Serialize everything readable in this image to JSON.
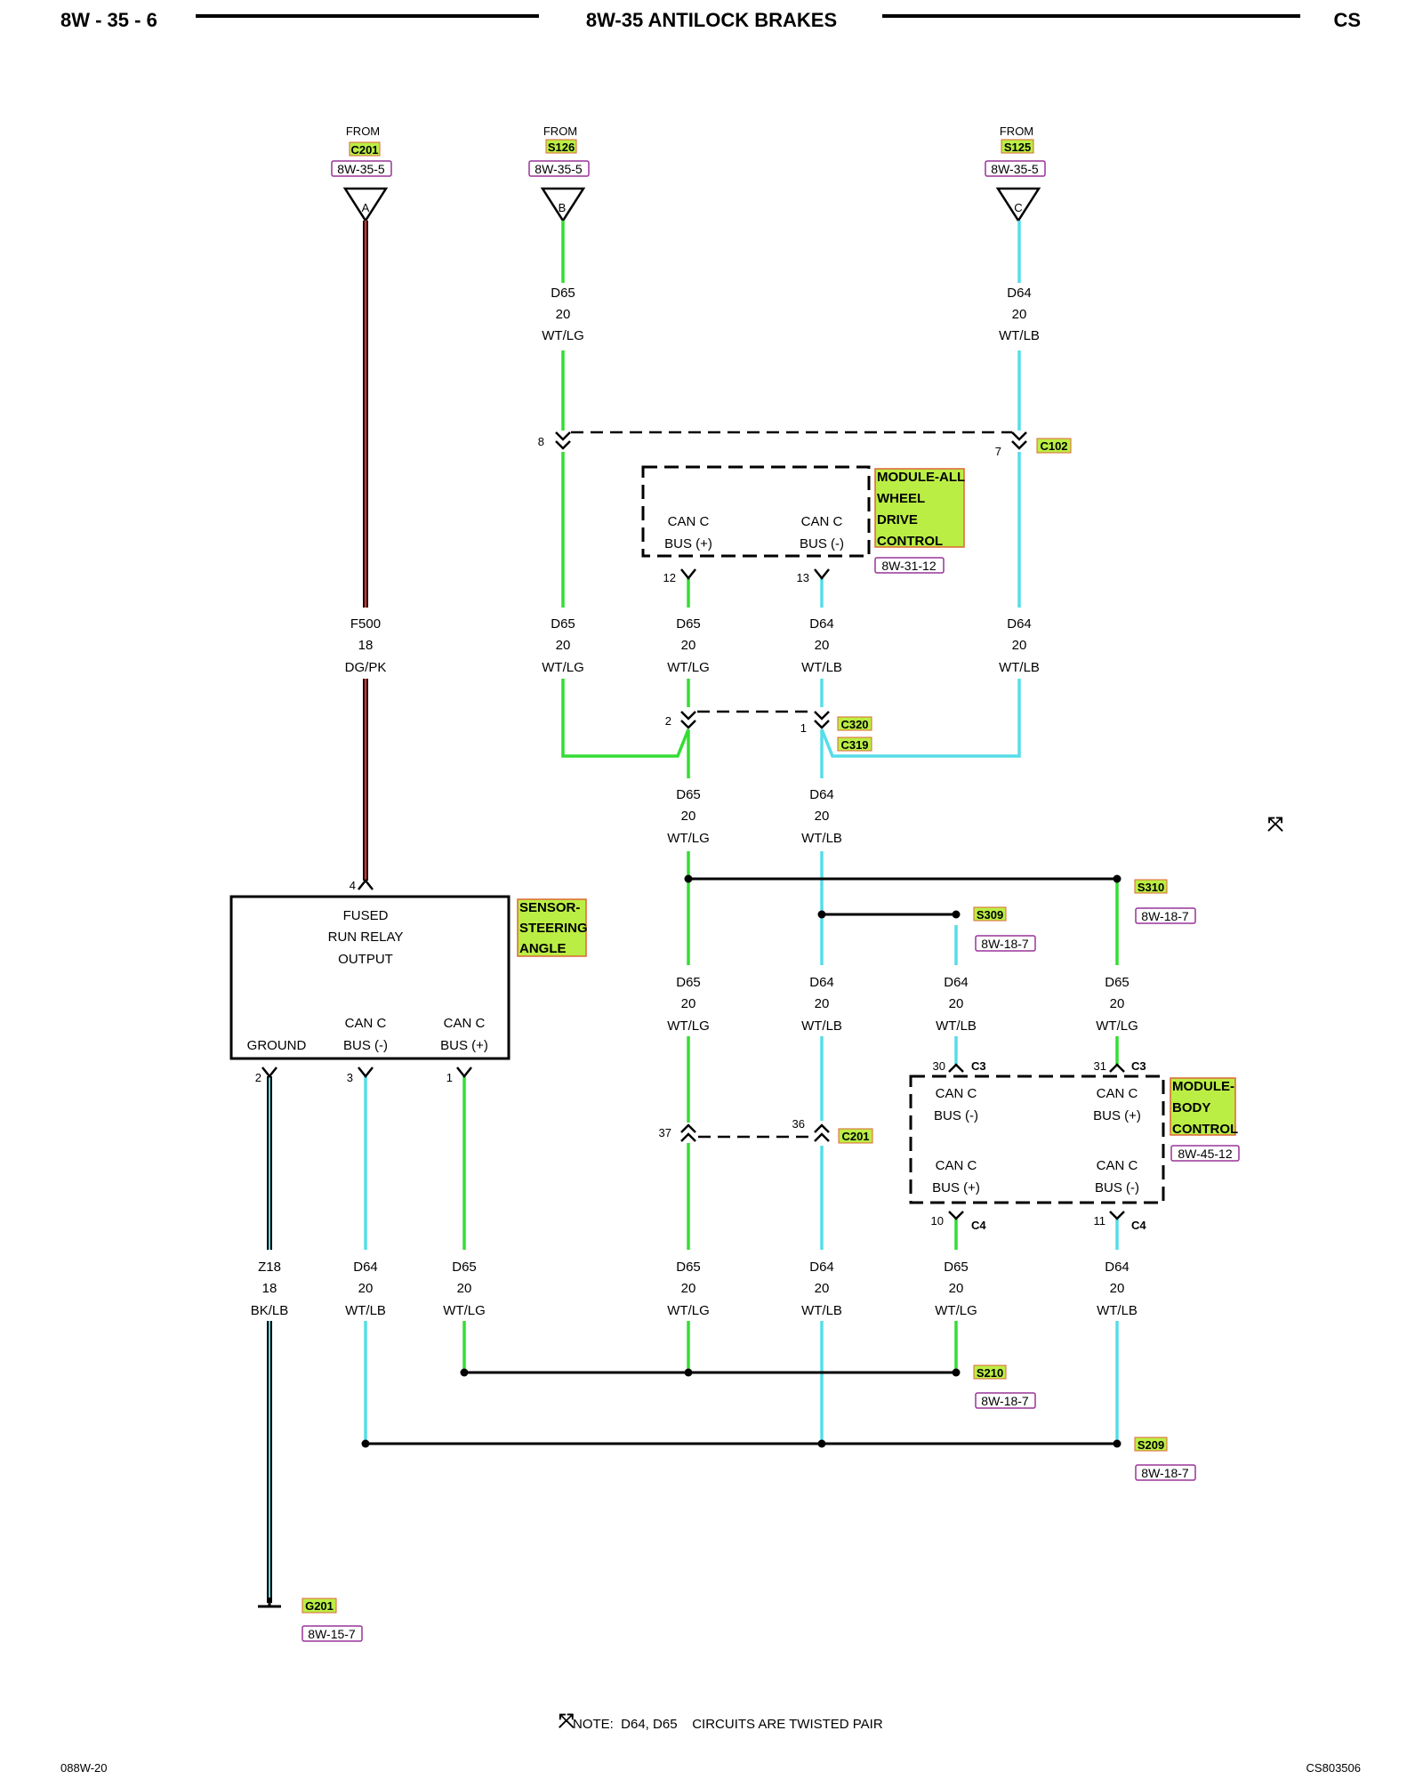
{
  "header": {
    "page_id": "8W - 35 - 6",
    "title": "8W-35 ANTILOCK BRAKES",
    "model": "CS"
  },
  "footer": {
    "left_code": "088W-20",
    "right_code": "CS803506",
    "note": "NOTE:  D64, D65    CIRCUITS ARE TWISTED PAIR"
  },
  "colors": {
    "green_wire": "#33dd33",
    "blue_wire": "#55dde8",
    "red_wire": "#cc3333",
    "black_wire": "#000000",
    "highlight_fill": "#bbee44",
    "highlight_border": "#dd6633",
    "ref_border": "#993399"
  },
  "sources": [
    {
      "from": "FROM",
      "connector": "C201",
      "ref": "8W-35-5",
      "pin": "A"
    },
    {
      "from": "FROM",
      "connector": "S126",
      "ref": "8W-35-5",
      "pin": "B"
    },
    {
      "from": "FROM",
      "connector": "S125",
      "ref": "8W-35-5",
      "pin": "C"
    }
  ],
  "wire_labels": {
    "w1": {
      "circuit": "D65",
      "gauge": "20",
      "color": "WT/LG"
    },
    "w2": {
      "circuit": "D64",
      "gauge": "20",
      "color": "WT/LB"
    },
    "w3": {
      "circuit": "F500",
      "gauge": "18",
      "color": "DG/PK"
    },
    "w4": {
      "circuit": "D65",
      "gauge": "20",
      "color": "WT/LG"
    },
    "w5": {
      "circuit": "D65",
      "gauge": "20",
      "color": "WT/LG"
    },
    "w6": {
      "circuit": "D64",
      "gauge": "20",
      "color": "WT/LB"
    },
    "w7": {
      "circuit": "D64",
      "gauge": "20",
      "color": "WT/LB"
    },
    "w8": {
      "circuit": "D65",
      "gauge": "20",
      "color": "WT/LG"
    },
    "w9": {
      "circuit": "D64",
      "gauge": "20",
      "color": "WT/LB"
    },
    "w10": {
      "circuit": "D65",
      "gauge": "20",
      "color": "WT/LG"
    },
    "w11": {
      "circuit": "D64",
      "gauge": "20",
      "color": "WT/LB"
    },
    "w12": {
      "circuit": "D64",
      "gauge": "20",
      "color": "WT/LB"
    },
    "w13": {
      "circuit": "D65",
      "gauge": "20",
      "color": "WT/LG"
    },
    "w14": {
      "circuit": "Z18",
      "gauge": "18",
      "color": "BK/LB"
    },
    "w15": {
      "circuit": "D64",
      "gauge": "20",
      "color": "WT/LB"
    },
    "w16": {
      "circuit": "D65",
      "gauge": "20",
      "color": "WT/LG"
    },
    "w17": {
      "circuit": "D65",
      "gauge": "20",
      "color": "WT/LG"
    },
    "w18": {
      "circuit": "D64",
      "gauge": "20",
      "color": "WT/LB"
    },
    "w19": {
      "circuit": "D65",
      "gauge": "20",
      "color": "WT/LG"
    },
    "w20": {
      "circuit": "D64",
      "gauge": "20",
      "color": "WT/LB"
    }
  },
  "c102": {
    "name": "C102",
    "pin_left": "8",
    "pin_right": "7"
  },
  "awd_module": {
    "name_lines": [
      "MODULE-ALL",
      "WHEEL",
      "DRIVE",
      "CONTROL"
    ],
    "ref": "8W-31-12",
    "left_label": [
      "CAN C",
      "BUS (+)"
    ],
    "right_label": [
      "CAN C",
      "BUS (-)"
    ],
    "pin_left": "12",
    "pin_right": "13"
  },
  "c320": {
    "name1": "C320",
    "name2": "C319",
    "pin_left": "2",
    "pin_right": "1"
  },
  "sensor": {
    "name_lines": [
      "SENSOR-",
      "STEERING",
      "ANGLE"
    ],
    "fused": [
      "FUSED",
      "RUN RELAY",
      "OUTPUT"
    ],
    "ground": "GROUND",
    "bus_minus": [
      "CAN C",
      "BUS (-)"
    ],
    "bus_plus": [
      "CAN C",
      "BUS (+)"
    ],
    "pin_top": "4",
    "pin_ground": "2",
    "pin_minus": "3",
    "pin_plus": "1"
  },
  "splices": {
    "s310": {
      "name": "S310",
      "ref": "8W-18-7"
    },
    "s309": {
      "name": "S309",
      "ref": "8W-18-7"
    },
    "s210": {
      "name": "S210",
      "ref": "8W-18-7"
    },
    "s209": {
      "name": "S209",
      "ref": "8W-18-7"
    }
  },
  "c201": {
    "name": "C201",
    "pin_left": "37",
    "pin_right": "36"
  },
  "bcm": {
    "name_lines": [
      "MODULE-",
      "BODY",
      "CONTROL"
    ],
    "ref": "8W-45-12",
    "tl": [
      "CAN C",
      "BUS (-)"
    ],
    "tr": [
      "CAN C",
      "BUS (+)"
    ],
    "bl": [
      "CAN C",
      "BUS (+)"
    ],
    "br": [
      "CAN C",
      "BUS (-)"
    ],
    "pin_tl": "30",
    "conn_tl": "C3",
    "pin_tr": "31",
    "conn_tr": "C3",
    "pin_bl": "10",
    "conn_bl": "C4",
    "pin_br": "11",
    "conn_br": "C4"
  },
  "ground": {
    "name": "G201",
    "ref": "8W-15-7"
  },
  "twist_symbol": "⤧"
}
